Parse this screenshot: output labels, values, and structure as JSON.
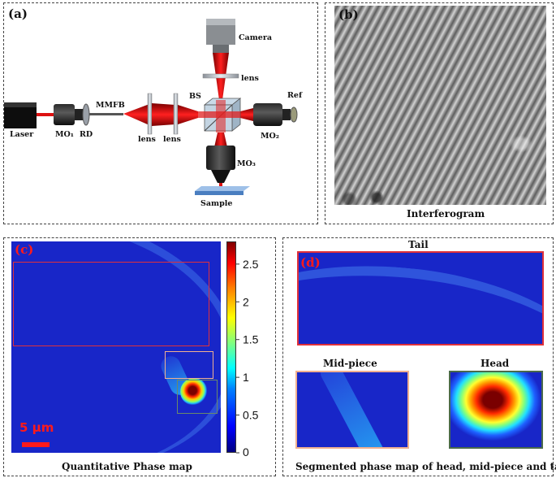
{
  "panels": {
    "a": {
      "label": "(a)",
      "components": {
        "laser": "Laser",
        "mo1": "MO₁",
        "rd": "RD",
        "mmfb": "MMFB",
        "lens1": "lens",
        "lens2": "lens",
        "bs": "BS",
        "lens_top": "lens",
        "camera": "Camera",
        "ref": "Ref",
        "mo2": "MO₂",
        "mo3": "MO₃",
        "sample": "Sample"
      }
    },
    "b": {
      "label": "(b)",
      "caption": "Interferogram"
    },
    "c": {
      "label": "(c)",
      "caption": "Quantitative Phase map",
      "scalebar": "5 μm"
    },
    "d": {
      "label": "(d)",
      "tail_title": "Tail",
      "midpiece_title": "Mid-piece",
      "head_title": "Head",
      "caption": "Segmented phase map of head, mid-piece and tail"
    }
  },
  "colorbar": {
    "ticks": [
      "2.5",
      "2",
      "1.5",
      "1",
      "0.5",
      "0"
    ],
    "colormap": "jet",
    "min": 0,
    "max": 2.8
  },
  "colors": {
    "red_label": "#ff1a1a",
    "background_blue": "#1a2acb",
    "tail_box": "#e0303a",
    "mid_box": "#f0b090",
    "head_box": "#6a8a6a"
  }
}
